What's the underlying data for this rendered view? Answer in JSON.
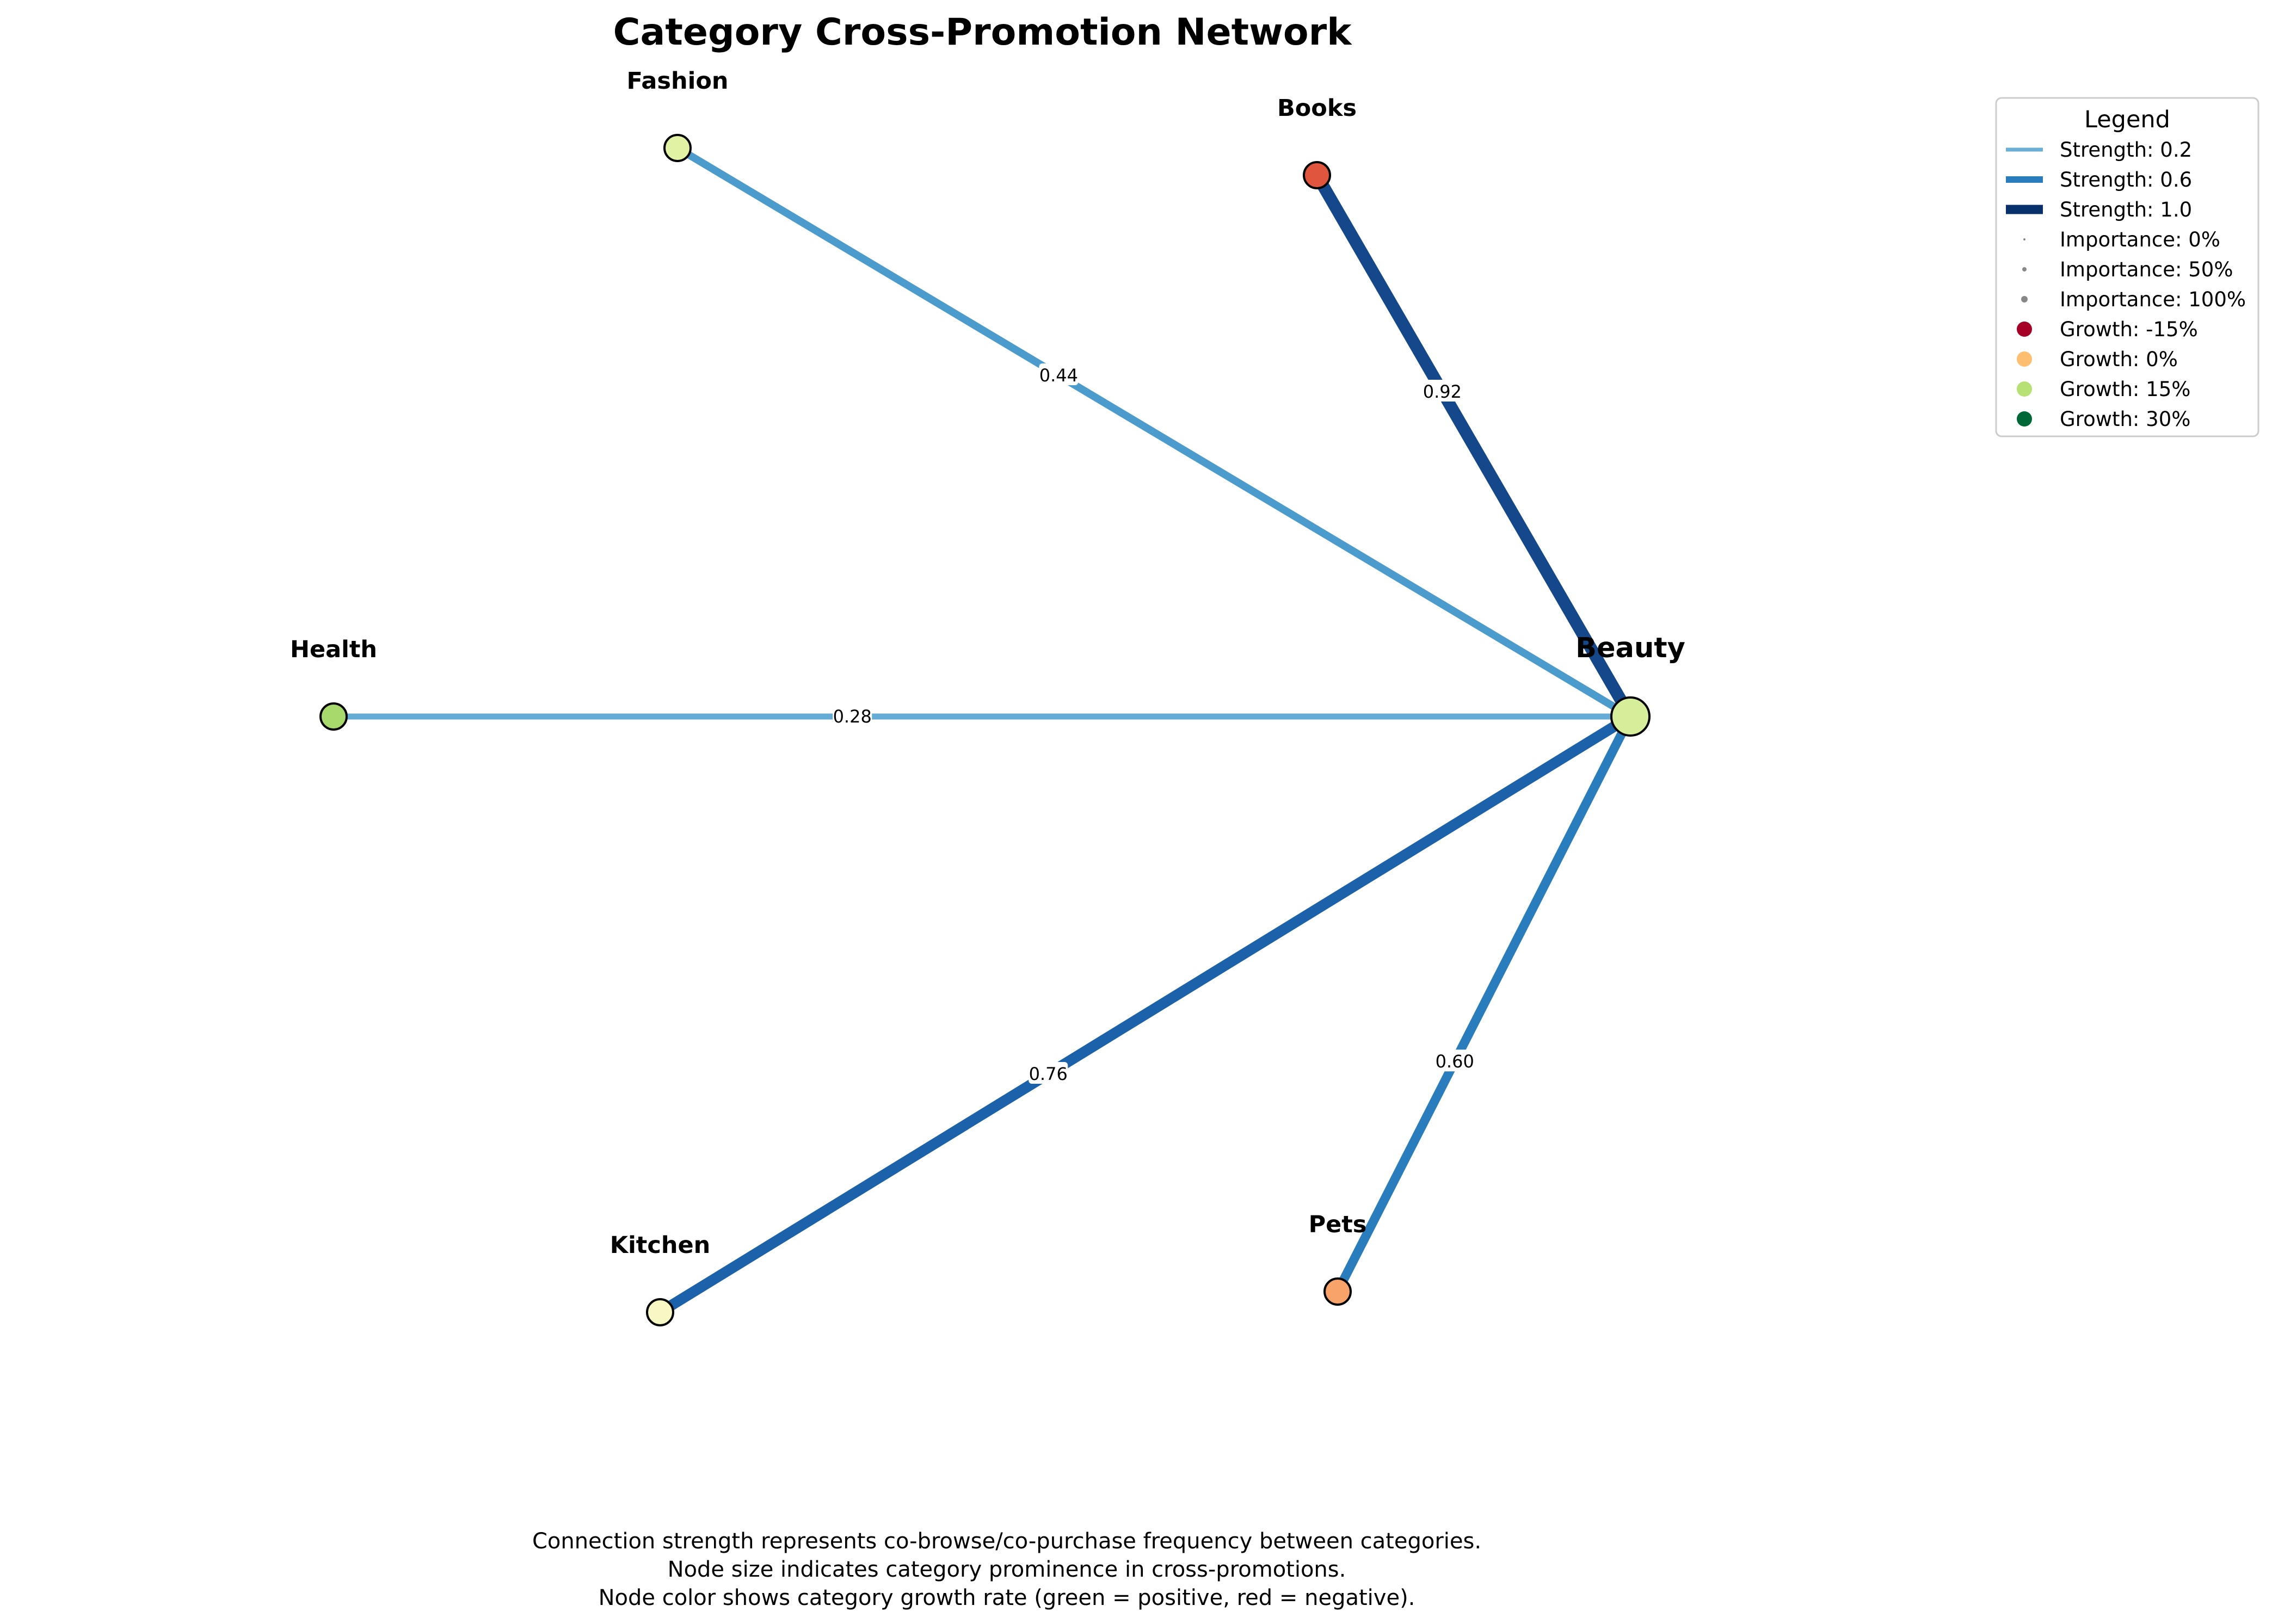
{
  "title": "Category Cross-Promotion Network",
  "nodes": [
    {
      "id": "beauty",
      "label": "Beauty",
      "color": "#d6ee9a",
      "center": true
    },
    {
      "id": "fashion",
      "label": "Fashion",
      "color": "#e2f2a4"
    },
    {
      "id": "books",
      "label": "Books",
      "color": "#e0553d"
    },
    {
      "id": "health",
      "label": "Health",
      "color": "#a8d96c"
    },
    {
      "id": "kitchen",
      "label": "Kitchen",
      "color": "#f8f8c4"
    },
    {
      "id": "pets",
      "label": "Pets",
      "color": "#f7a36a"
    }
  ],
  "edges": [
    {
      "source": "beauty",
      "target": "fashion",
      "strength": 0.44,
      "label": "0.44",
      "color": "#4b9bcd"
    },
    {
      "source": "beauty",
      "target": "books",
      "strength": 0.92,
      "label": "0.92",
      "color": "#15478b"
    },
    {
      "source": "beauty",
      "target": "health",
      "strength": 0.28,
      "label": "0.28",
      "color": "#64acd6"
    },
    {
      "source": "beauty",
      "target": "kitchen",
      "strength": 0.76,
      "label": "0.76",
      "color": "#1b62aa"
    },
    {
      "source": "beauty",
      "target": "pets",
      "strength": 0.6,
      "label": "0.60",
      "color": "#2a7dbd"
    }
  ],
  "legend": {
    "title": "Legend",
    "items": [
      {
        "kind": "line",
        "label": "Strength: 0.2",
        "color": "#6aaed6"
      },
      {
        "kind": "line",
        "label": "Strength: 0.6",
        "color": "#2a7dbd"
      },
      {
        "kind": "line",
        "label": "Strength: 1.0",
        "color": "#08306b"
      },
      {
        "kind": "dot",
        "label": "Importance: 0%",
        "color": "#888888",
        "level": 0.0
      },
      {
        "kind": "dot",
        "label": "Importance: 50%",
        "color": "#888888",
        "level": 0.5
      },
      {
        "kind": "dot",
        "label": "Importance: 100%",
        "color": "#888888",
        "level": 1.0
      },
      {
        "kind": "dot",
        "label": "Growth: -15%",
        "color": "#a50026",
        "level": 1.0
      },
      {
        "kind": "dot",
        "label": "Growth: 0%",
        "color": "#fdbf6f",
        "level": 1.0
      },
      {
        "kind": "dot",
        "label": "Growth: 15%",
        "color": "#b7e075",
        "level": 1.0
      },
      {
        "kind": "dot",
        "label": "Growth: 30%",
        "color": "#006837",
        "level": 1.0
      }
    ]
  },
  "caption": [
    "Connection strength represents co-browse/co-purchase frequency between categories.",
    "Node size indicates category prominence in cross-promotions.",
    "Node color shows category growth rate (green = positive, red = negative)."
  ]
}
